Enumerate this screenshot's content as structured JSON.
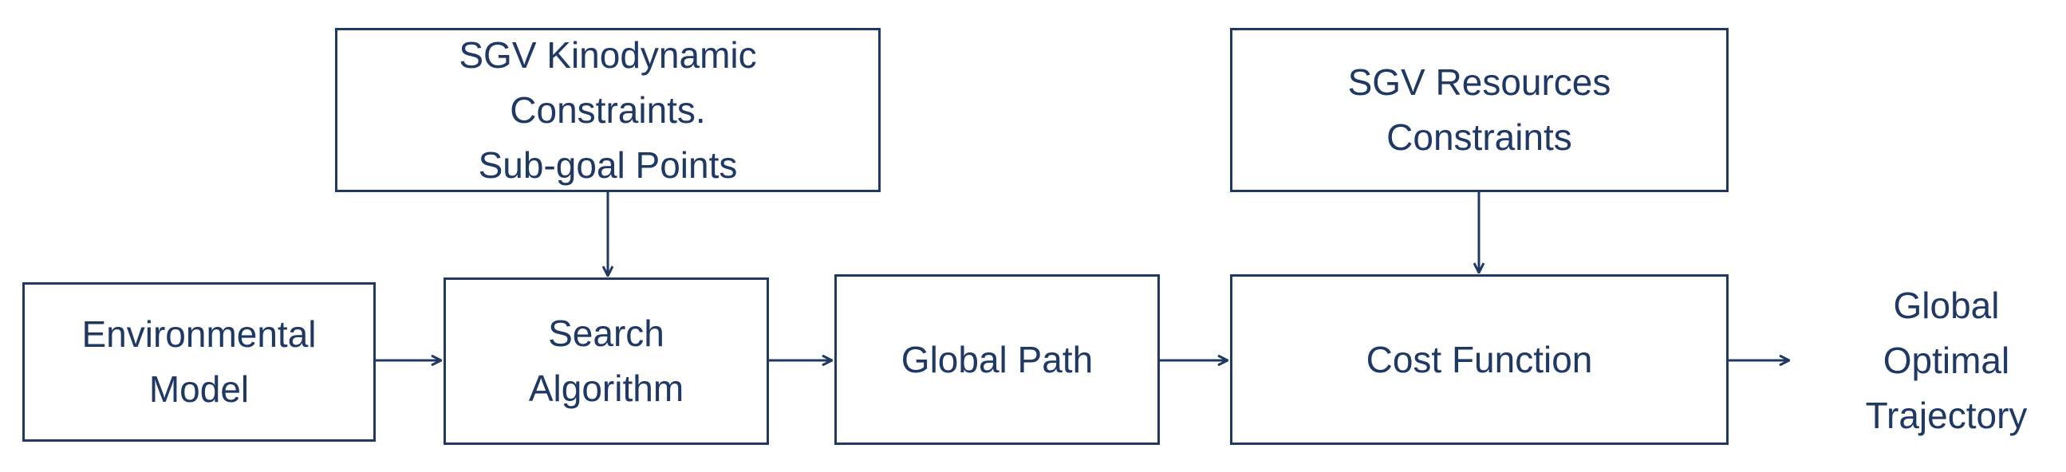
{
  "diagram": {
    "nodes": {
      "kinodynamic": {
        "text": "SGV Kinodynamic\nConstraints.\nSub-goal Points"
      },
      "resources": {
        "text": "SGV Resources\nConstraints"
      },
      "environment": {
        "text": "Environmental\nModel"
      },
      "search": {
        "text": "Search\nAlgorithm"
      },
      "global_path": {
        "text": "Global Path"
      },
      "cost_function": {
        "text": "Cost Function"
      },
      "output": {
        "text": "Global\nOptimal\nTrajectory"
      }
    },
    "edges": [
      {
        "from": "kinodynamic",
        "to": "search"
      },
      {
        "from": "resources",
        "to": "cost_function"
      },
      {
        "from": "environment",
        "to": "search"
      },
      {
        "from": "search",
        "to": "global_path"
      },
      {
        "from": "global_path",
        "to": "cost_function"
      },
      {
        "from": "cost_function",
        "to": "output"
      }
    ],
    "colors": {
      "stroke": "#1f3864",
      "text": "#1f3864",
      "background": "#ffffff"
    }
  }
}
